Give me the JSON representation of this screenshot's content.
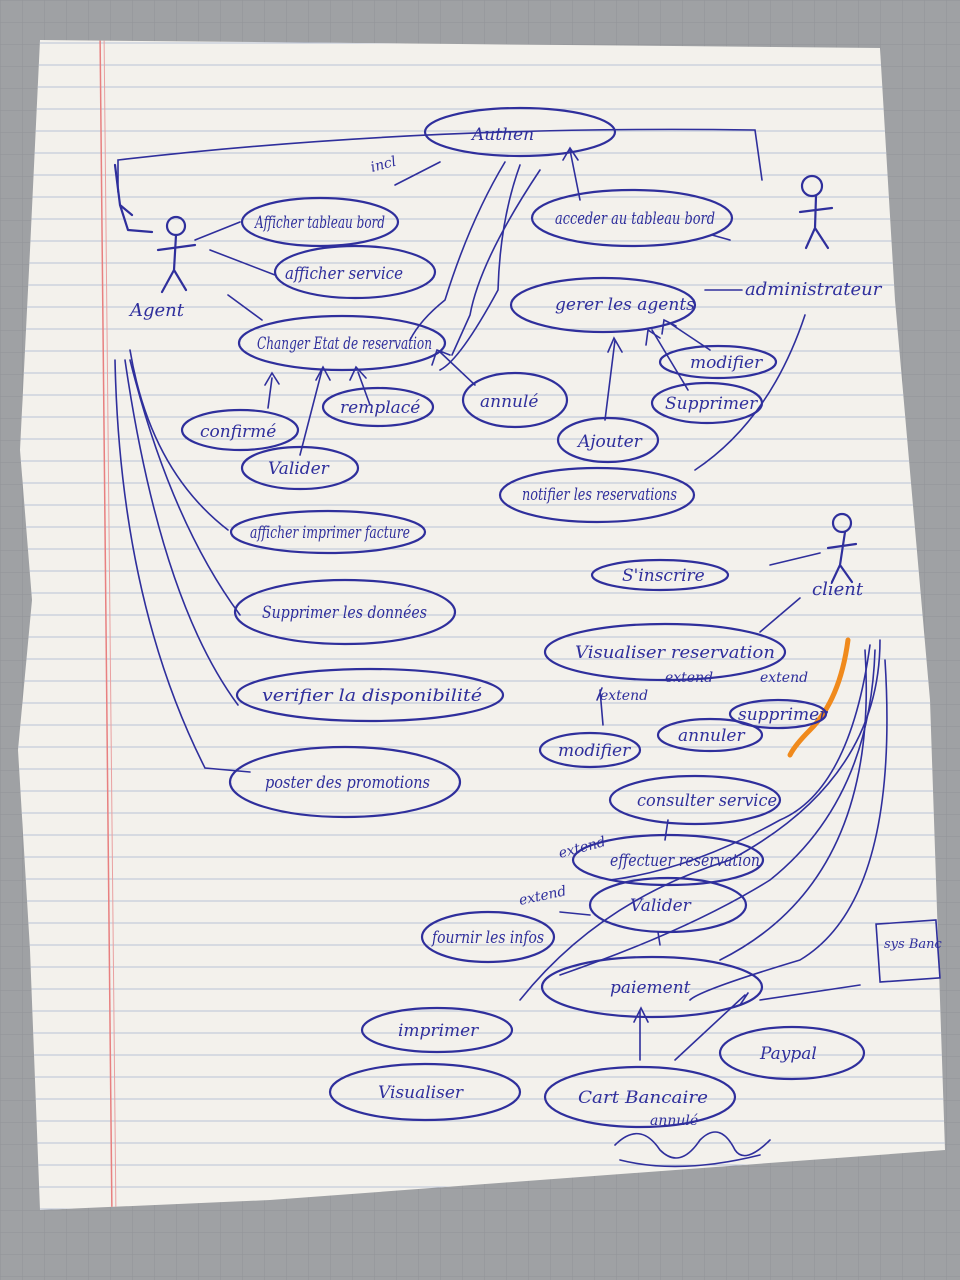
{
  "actors": {
    "agent": "Agent",
    "admin": "administrateur",
    "client": "client",
    "bank": "sys Banc"
  },
  "use_cases": {
    "authentifier": "Authen",
    "afficher_tableau": "Afficher tableau bord",
    "afficher_service": "afficher service",
    "changer_etat": "Changer Etat de reservation",
    "confirmer": "confirmé",
    "valider_agent": "Valider",
    "remplacer": "remplacé",
    "annuler_agent": "annulé",
    "acceder_tableau": "acceder au tableau bord",
    "gerer_agents": "gerer les agents",
    "modifier_admin": "modifier",
    "supprimer_admin": "Supprimer",
    "ajouter": "Ajouter",
    "notifier": "notifier les reservations",
    "afficher_facture": "afficher imprimer facture",
    "supprimer_donnees": "Supprimer les données",
    "verifier": "verifier la disponibilité",
    "poster": "poster des promotions",
    "inscrire": "S'inscrire",
    "visualiser_reservation": "Visualiser reservation",
    "modifier_client": "modifier",
    "annuler_client": "annuler",
    "supprimer_client": "supprimer",
    "consulter": "consulter service",
    "effectuer": "effectuer reservation",
    "valider_client": "Valider",
    "fournir": "fournir les infos",
    "paiement": "paiement",
    "imprimer": "imprimer",
    "visualiser": "Visualiser",
    "carte": "Cart Bancaire",
    "paypal": "Paypal"
  },
  "relations": {
    "include_near_auth": "incl",
    "extend_1": "extend",
    "extend_2": "extend",
    "extend_3": "extend",
    "extend_4": "extend",
    "extend_5": "extend",
    "scribble": "annulé"
  },
  "colors": {
    "ink": "#2f2f9c",
    "paper": "#f4f2ee",
    "margin": "#e88080",
    "highlight": "#f08a1c"
  }
}
